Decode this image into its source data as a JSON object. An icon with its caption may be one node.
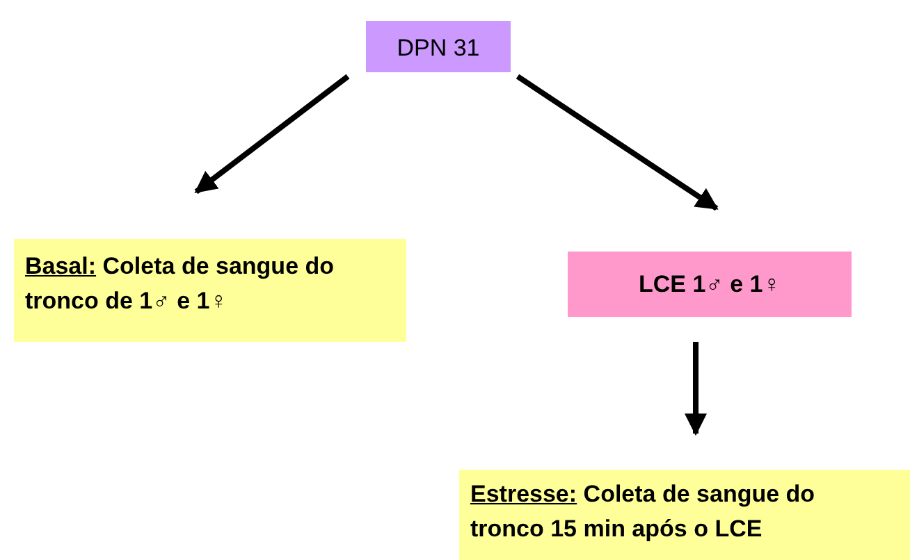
{
  "diagram": {
    "nodes": [
      {
        "text": [
          "DPN 31"
        ]
      },
      {
        "text": [
          "Basal:",
          "Coleta de sangue do tronco de 1♂ e 1♀"
        ]
      },
      {
        "text": [
          "LCE 1♂ e 1♀"
        ]
      },
      {
        "text": [
          "Estresse:",
          "Coleta de sangue do tronco 15 min após o LCE"
        ]
      }
    ],
    "edges": [
      {
        "from": 0,
        "to": 1,
        "arrow": "to"
      },
      {
        "from": 0,
        "to": 2,
        "arrow": "to"
      },
      {
        "from": 2,
        "to": 3,
        "arrow": "to"
      }
    ]
  }
}
